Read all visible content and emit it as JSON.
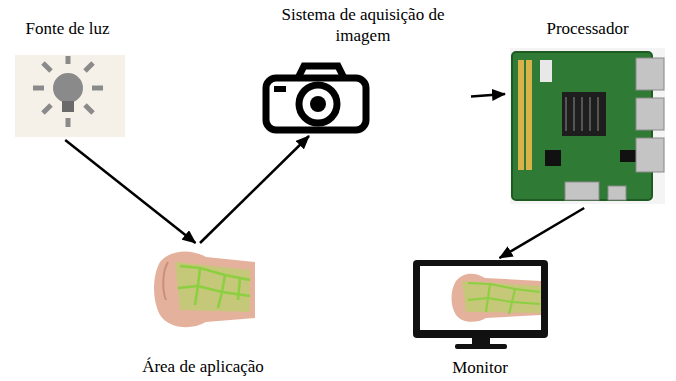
{
  "diagram": {
    "nodes": [
      {
        "text": [
          "Fonte de luz"
        ]
      },
      {
        "text": [
          "Sistema de aquisição de imagem"
        ]
      },
      {
        "text": [
          "Processador"
        ]
      },
      {
        "text": [
          "Área de aplicação"
        ]
      },
      {
        "text": [
          "Monitor"
        ]
      }
    ],
    "edges": [
      {
        "from": 0,
        "to": 3,
        "arrow": "to"
      },
      {
        "from": 3,
        "to": 1,
        "arrow": "to"
      },
      {
        "from": 1,
        "to": 2,
        "arrow": "to"
      },
      {
        "from": 2,
        "to": 4,
        "arrow": "to"
      }
    ]
  }
}
